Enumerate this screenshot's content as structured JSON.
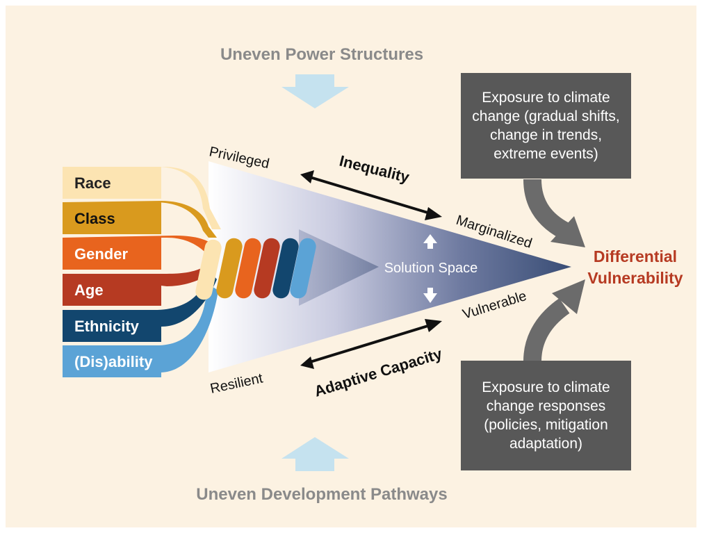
{
  "top_label": "Uneven Power Structures",
  "bottom_label": "Uneven Development Pathways",
  "strands": [
    {
      "label": "Race",
      "color": "#fce4b2",
      "text_color": "#222222"
    },
    {
      "label": "Class",
      "color": "#d99a1e",
      "text_color": "#111111"
    },
    {
      "label": "Gender",
      "color": "#e8641e",
      "text_color": "#ffffff"
    },
    {
      "label": "Age",
      "color": "#b63a22",
      "text_color": "#ffffff"
    },
    {
      "label": "Ethnicity",
      "color": "#12466e",
      "text_color": "#ffffff"
    },
    {
      "label": "(Dis)ability",
      "color": "#5ba3d6",
      "text_color": "#ffffff"
    }
  ],
  "cone_labels": {
    "privileged": "Privileged",
    "resilient": "Resilient",
    "marginalized": "Marginalized",
    "vulnerable": "Vulnerable",
    "solution_space": "Solution Space"
  },
  "axis_labels": {
    "inequality": "Inequality",
    "adaptive_capacity": "Adaptive Capacity"
  },
  "result": {
    "line1": "Differential",
    "line2": "Vulnerability",
    "color": "#b63a22"
  },
  "exposure_top": {
    "lines": [
      "Exposure to climate",
      "change (gradual shifts,",
      "change in trends,",
      "extreme events)"
    ]
  },
  "exposure_bottom": {
    "lines": [
      "Exposure to climate",
      "change responses",
      "(policies, mitigation",
      "adaptation)"
    ]
  },
  "colors": {
    "background": "#fcf2e2",
    "cone_dark": "#3a4e76",
    "light_arrow": "#c5e2ef",
    "box": "#585858",
    "curved_arrow": "#6b6b6b",
    "muted_text": "#8a8a8a"
  }
}
